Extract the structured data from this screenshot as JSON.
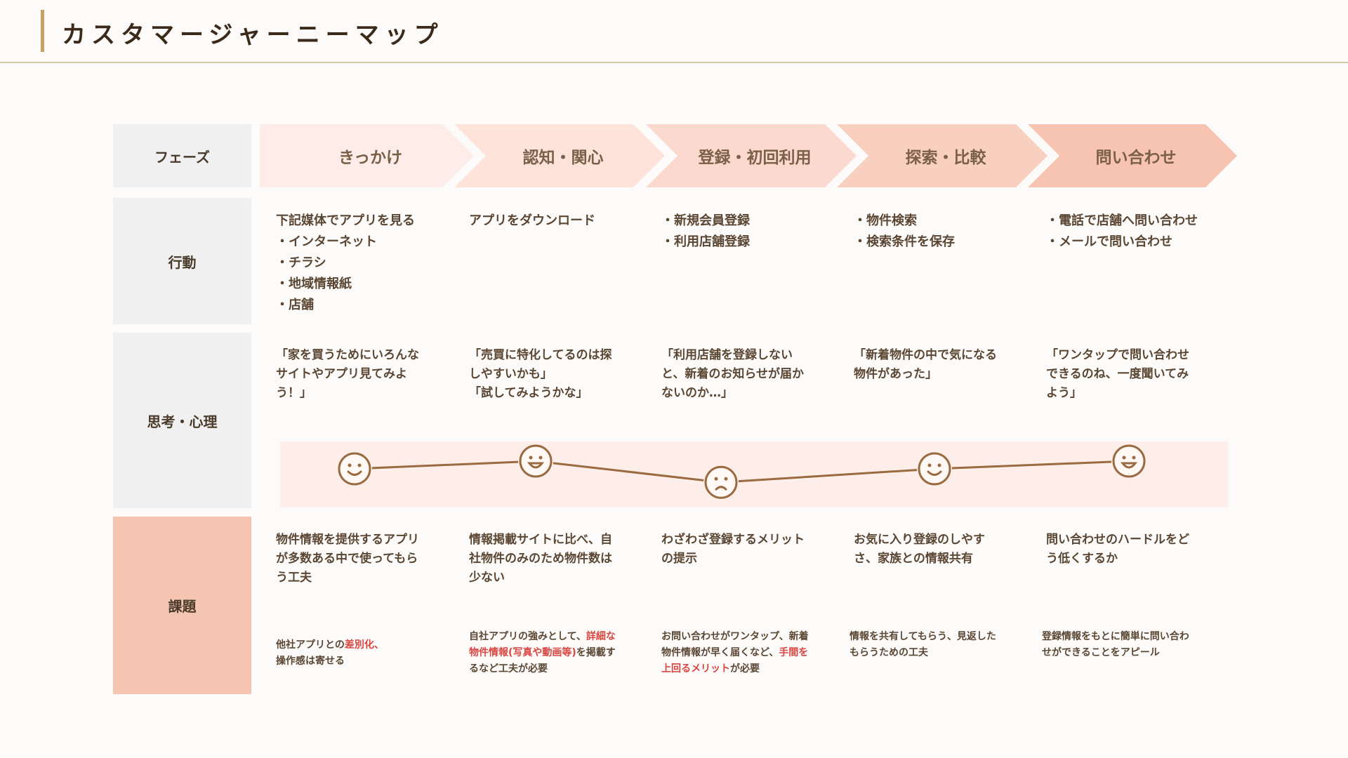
{
  "page_title": "カスタマージャーニーマップ",
  "row_labels": {
    "phase": "フェーズ",
    "action": "行動",
    "thought": "思考・心理",
    "issue": "課題"
  },
  "phases": [
    {
      "label": "きっかけ",
      "color": "#fdece7"
    },
    {
      "label": "認知・関心",
      "color": "#fde3da"
    },
    {
      "label": "登録・初回利用",
      "color": "#fbd9ce"
    },
    {
      "label": "探索・比較",
      "color": "#f9cfc0"
    },
    {
      "label": "問い合わせ",
      "color": "#f6c4b1"
    }
  ],
  "actions": [
    [
      "下記媒体でアプリを見る",
      "・インターネット",
      "・チラシ",
      "・地域情報紙",
      "・店舗"
    ],
    [
      "アプリをダウンロード"
    ],
    [
      "・新規会員登録",
      "・利用店舗登録"
    ],
    [
      "・物件検索",
      "・検索条件を保存"
    ],
    [
      "・電話で店舗へ問い合わせ",
      "・メールで問い合わせ"
    ]
  ],
  "thoughts": [
    [
      "「家を買うためにいろんな",
      "サイトやアプリ見てみよ",
      "う！」"
    ],
    [
      "「売買に特化してるのは探",
      "しやすいかも」",
      "「試してみようかな」"
    ],
    [
      "「利用店舗を登録しない",
      "と、新着のお知らせが届か",
      "ないのか…」"
    ],
    [
      "「新着物件の中で気になる",
      "物件があった」"
    ],
    [
      "「ワンタップで問い合わせ",
      "できるのね、一度聞いてみ",
      "よう」"
    ]
  ],
  "emotions": [
    {
      "mood": "smile",
      "level": 0.4
    },
    {
      "mood": "grin",
      "level": 0.6
    },
    {
      "mood": "sad",
      "level": 0.05
    },
    {
      "mood": "smile",
      "level": 0.4
    },
    {
      "mood": "grin",
      "level": 0.6
    }
  ],
  "issues": [
    [
      "物件情報を提供するアプリ",
      "が多数ある中で使ってもら",
      "う工夫"
    ],
    [
      "情報掲載サイトに比べ、自",
      "社物件のみのため物件数は",
      "少ない"
    ],
    [
      "わざわざ登録するメリット",
      "の提示"
    ],
    [
      "お気に入り登録のしやす",
      "さ、家族との情報共有"
    ],
    [
      "問い合わせのハードルをど",
      "う低くするか"
    ]
  ],
  "solutions": [
    [
      [
        {
          "t": "他社アプリとの"
        },
        {
          "t": "差別化、",
          "hl": true
        }
      ],
      [
        {
          "t": "操作感は寄せる"
        }
      ]
    ],
    [
      [
        {
          "t": "自社アプリの強みとして、"
        },
        {
          "t": "詳細な",
          "hl": true
        }
      ],
      [
        {
          "t": "物件情報(写真や動画等)",
          "hl": true
        },
        {
          "t": "を掲載す"
        }
      ],
      [
        {
          "t": "るなど工夫が必要"
        }
      ]
    ],
    [
      [
        {
          "t": "お問い合わせがワンタップ、新着"
        }
      ],
      [
        {
          "t": "物件情報が早く届くなど、"
        },
        {
          "t": "手間を",
          "hl": true
        }
      ],
      [
        {
          "t": "上回るメリット",
          "hl": true
        },
        {
          "t": "が必要"
        }
      ]
    ],
    [
      [
        {
          "t": "情報を共有してもらう、見返した"
        }
      ],
      [
        {
          "t": "もらうための工夫"
        }
      ]
    ],
    [
      [
        {
          "t": "登録情報をもとに簡単に問い合わ"
        }
      ],
      [
        {
          "t": "せができることをアピール"
        }
      ]
    ]
  ],
  "colors": {
    "accent_bar": "#c9a063",
    "highlight": "#d9453f",
    "emotion_line": "#9a6b40",
    "label_bg": "#f0f0f1",
    "issue_bg": "#f5c5b2",
    "emotion_band": "#fdeee9"
  }
}
